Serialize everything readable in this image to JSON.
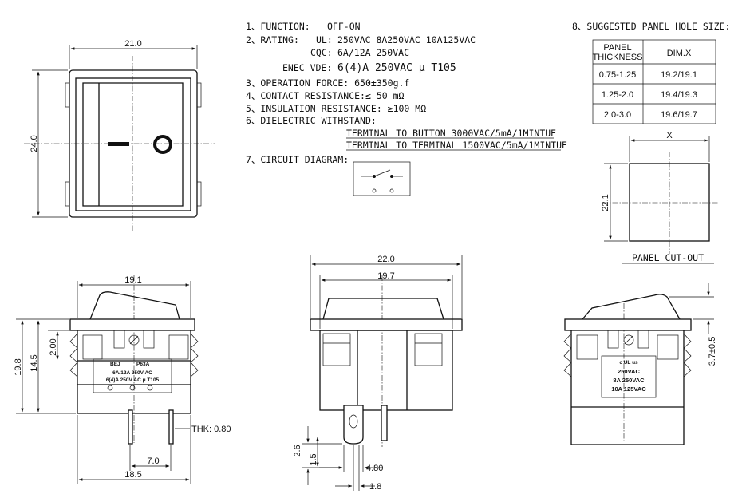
{
  "specs": {
    "function_label": "1、FUNCTION:",
    "function_value": "OFF-ON",
    "rating_label": "2、RATING:",
    "ul_label": "UL:",
    "ul_value": "250VAC  8A250VAC 10A125VAC",
    "cqc_label": "CQC:",
    "cqc_value": "6A/12A  250VAC",
    "enec_label": "ENEC VDE:",
    "enec_value": "6(4)A  250VAC  μ T105",
    "operation_force": "3、OPERATION FORCE: 650±350g.f",
    "contact_resistance": "4、CONTACT RESISTANCE:≤ 50 mΩ",
    "insulation_resistance": "5、INSULATION RESISTANCE: ≥100 MΩ",
    "dielectric_label": "6、DIELECTRIC WITHSTAND:",
    "dielectric_line1": "TERMINAL TO BUTTON 3000VAC/5mA/1MINTUE",
    "dielectric_line2": "TERMINAL TO TERMINAL 1500VAC/5mA/1MINTUE",
    "circuit_label": "7、CIRCUIT DIAGRAM:"
  },
  "panel": {
    "title": "8、SUGGESTED PANEL HOLE SIZE:",
    "col1_line1": "PANEL",
    "col1_line2": "THICKNESS",
    "col2": "DIM.X",
    "rows": [
      {
        "thickness": "0.75-1.25",
        "dim": "19.2/19.1"
      },
      {
        "thickness": "1.25-2.0",
        "dim": "19.4/19.3"
      },
      {
        "thickness": "2.0-3.0",
        "dim": "19.6/19.7"
      }
    ],
    "cutout_x_label": "X",
    "cutout_height": "22.1",
    "cutout_label": "PANEL CUT-OUT"
  },
  "front_view": {
    "width": "21.0",
    "height": "24.0"
  },
  "side_view_left": {
    "dim_top": "19.1",
    "dim_height": "19.8",
    "dim_body": "14.5",
    "dim_small": "2.00",
    "dim_pitch": "7.0",
    "dim_bottom": "18.5",
    "thk": "THK: 0.80",
    "label_brand": "BEJ",
    "label_model": "P63A",
    "label_line1": "6A/12A 250V AC",
    "label_line2": "6(4)A 250V AC μ T105"
  },
  "center_view": {
    "dim_outer": "22.0",
    "dim_inner": "19.7",
    "dim_2_6": "2.6",
    "dim_1_5": "1.5",
    "dim_4_80": "4.80",
    "dim_1_8": "1.8"
  },
  "side_view_right": {
    "dim_right": "3.7±0.5",
    "label_line1": "250VAC",
    "label_line2": "8A 250VAC",
    "label_line3": "10A 125VAC",
    "label_cert": "c UL us"
  }
}
